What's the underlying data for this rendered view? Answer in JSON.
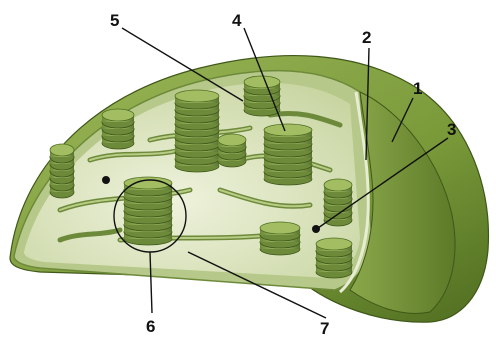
{
  "labels": [
    {
      "id": "1",
      "text": "1"
    },
    {
      "id": "2",
      "text": "2"
    },
    {
      "id": "3",
      "text": "3"
    },
    {
      "id": "4",
      "text": "4"
    },
    {
      "id": "5",
      "text": "5"
    },
    {
      "id": "6",
      "text": "6"
    },
    {
      "id": "7",
      "text": "7"
    }
  ],
  "colors": {
    "outer_membrane": "#7a9a3a",
    "outer_membrane_dark": "#4f6d20",
    "stroma": "#dfe7c6",
    "thylakoid": "#8ba555",
    "thylakoid_dark": "#5a7530",
    "leader_line": "#111111"
  }
}
